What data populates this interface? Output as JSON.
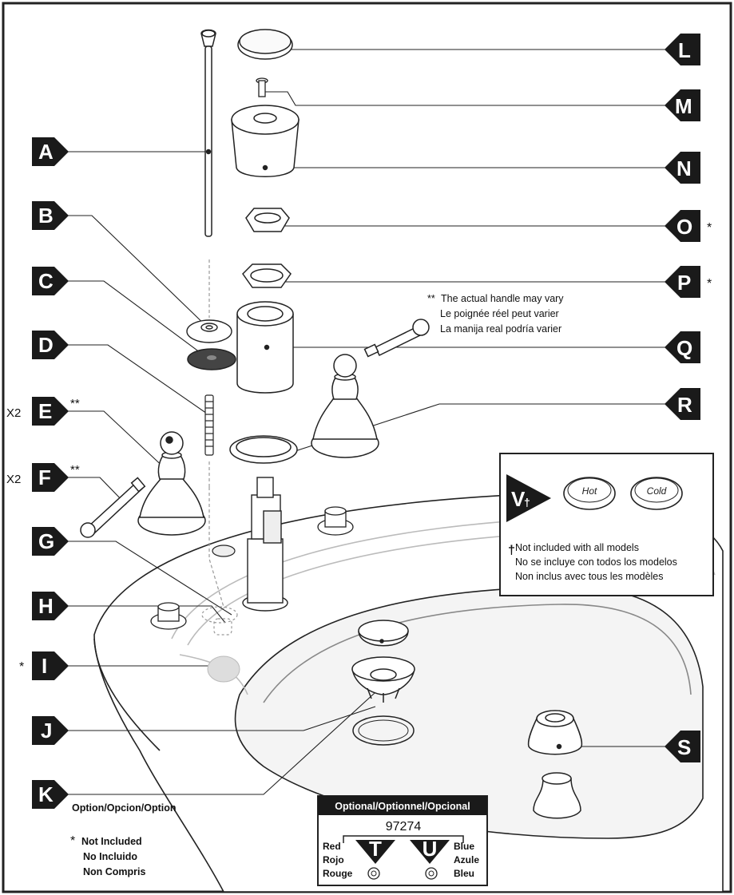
{
  "labels": {
    "A": "A",
    "B": "B",
    "C": "C",
    "D": "D",
    "E": "E",
    "F": "F",
    "G": "G",
    "H": "H",
    "I": "I",
    "J": "J",
    "K": "K",
    "L": "L",
    "M": "M",
    "N": "N",
    "O": "O",
    "P": "P",
    "Q": "Q",
    "R": "R",
    "S": "S",
    "T": "T",
    "U": "U",
    "V": "V"
  },
  "marks": {
    "dagger": "†",
    "asterisk": "*",
    "double_asterisk": "**",
    "x2": "X2"
  },
  "handle_note": {
    "en": "The actual handle may vary",
    "fr": "Le poignée réel peut varier",
    "es": "La manija real podría varier"
  },
  "v_box": {
    "hot": "Hot",
    "cold": "Cold",
    "note_en": "Not included with all models",
    "note_es": "No se incluye con todos los modelos",
    "note_fr": "Non inclus avec tous les modèles"
  },
  "k_option": "Option/Opcion/Option",
  "not_included": {
    "en": "Not Included",
    "es": "No Incluido",
    "fr": "Non Compris"
  },
  "optional_box": {
    "header": "Optional/Optionnel/Opcional",
    "part_number": "97274",
    "left": [
      "Red",
      "Rojo",
      "Rouge"
    ],
    "right": [
      "Blue",
      "Azule",
      "Bleu"
    ]
  },
  "colors": {
    "ink": "#1a1a1a",
    "marker": "#1a1a1a",
    "dashed": "#999999"
  }
}
